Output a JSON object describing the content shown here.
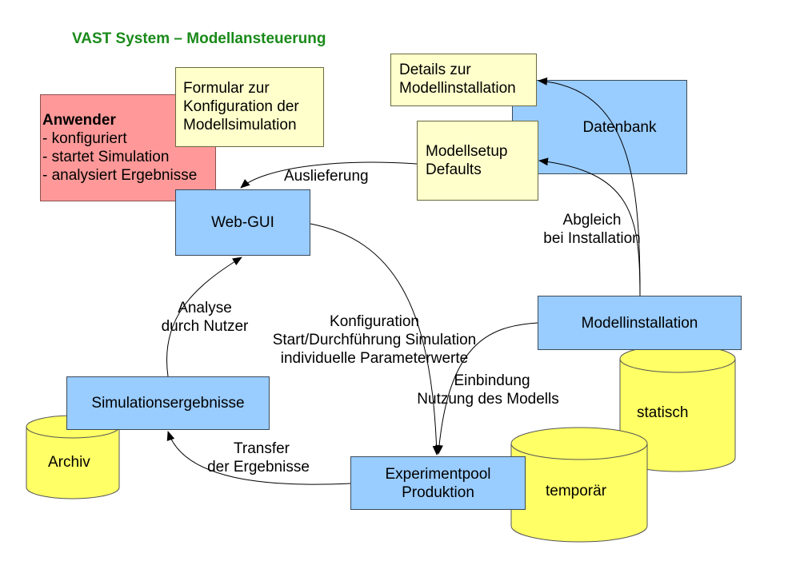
{
  "title": "VAST System – Modellansteuerung",
  "colors": {
    "title": "#1a8a1a",
    "process_box": "#99ccff",
    "note_box": "#ffffcc",
    "user_box": "#ff9999",
    "storage": "#ffff66"
  },
  "nodes": {
    "anwender": {
      "heading": "Anwender",
      "items": [
        "- konfiguriert",
        "- startet Simulation",
        "- analysiert Ergebnisse"
      ]
    },
    "formular": {
      "lines": [
        "Formular zur",
        "Konfiguration der",
        "Modellsimulation"
      ]
    },
    "details": {
      "lines": [
        "Details zur",
        "Modellinstallation"
      ]
    },
    "datenbank": {
      "label": "Datenbank"
    },
    "modellsetup": {
      "lines": [
        "Modellsetup",
        "Defaults"
      ]
    },
    "webgui": {
      "label": "Web-GUI"
    },
    "modellinstallation": {
      "label": "Modellinstallation"
    },
    "simulationsergebnisse": {
      "label": "Simulationsergebnisse"
    },
    "experimentpool": {
      "lines": [
        "Experimentpool",
        "Produktion"
      ]
    }
  },
  "storages": {
    "archiv": "Archiv",
    "statisch": "statisch",
    "temporaer": "temporär"
  },
  "edge_labels": {
    "auslieferung": "Auslieferung",
    "abgleich": [
      "Abgleich",
      "bei Installation"
    ],
    "analyse": [
      "Analyse",
      "durch Nutzer"
    ],
    "konfiguration": [
      "Konfiguration",
      "Start/Durchführung Simulation",
      "individuelle Parameterwerte"
    ],
    "einbindung": [
      "Einbindung",
      "Nutzung des Modells"
    ],
    "transfer": [
      "Transfer",
      "der Ergebnisse"
    ]
  }
}
